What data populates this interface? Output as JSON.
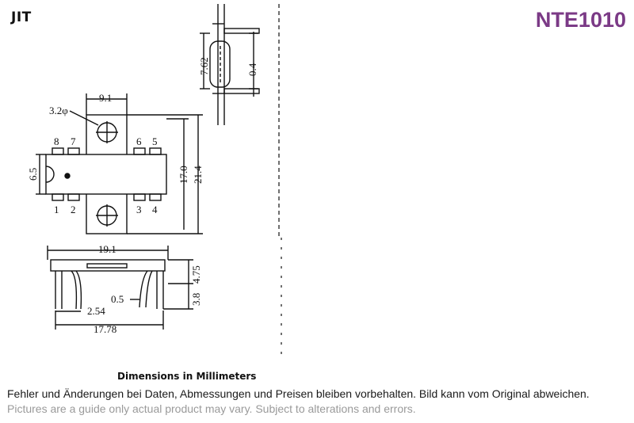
{
  "brand": "JIT",
  "part_number": "NTE1010",
  "colors": {
    "part_number": "#7b3a86",
    "ink": "#111111",
    "note_en": "#9a9a9a"
  },
  "diagram": {
    "side_view": {
      "height_label": "7.62",
      "lead_label": "0.4"
    },
    "top_view": {
      "hole_label": "3.2φ",
      "tab_width_label": "9.1",
      "body_width_label": "6.5",
      "body_height_label": "17.0",
      "overall_height_label": "21.4",
      "pins_top": [
        "8",
        "7",
        "6",
        "5"
      ],
      "pins_bottom": [
        "1",
        "2",
        "3",
        "4"
      ]
    },
    "front_view": {
      "length_label": "19.1",
      "height_label": "4.75",
      "lead_height_label": "3.8",
      "lead_width_label": "0.5",
      "pitch_label": "2.54",
      "span_label": "17.78"
    },
    "caption": "Dimensions in Millimeters"
  },
  "footer": {
    "note_de": "Fehler und Änderungen bei Daten, Abmessungen und Preisen bleiben vorbehalten. Bild kann vom Original abweichen.",
    "note_en": "Pictures are a guide only actual product may vary. Subject to alterations and errors."
  }
}
